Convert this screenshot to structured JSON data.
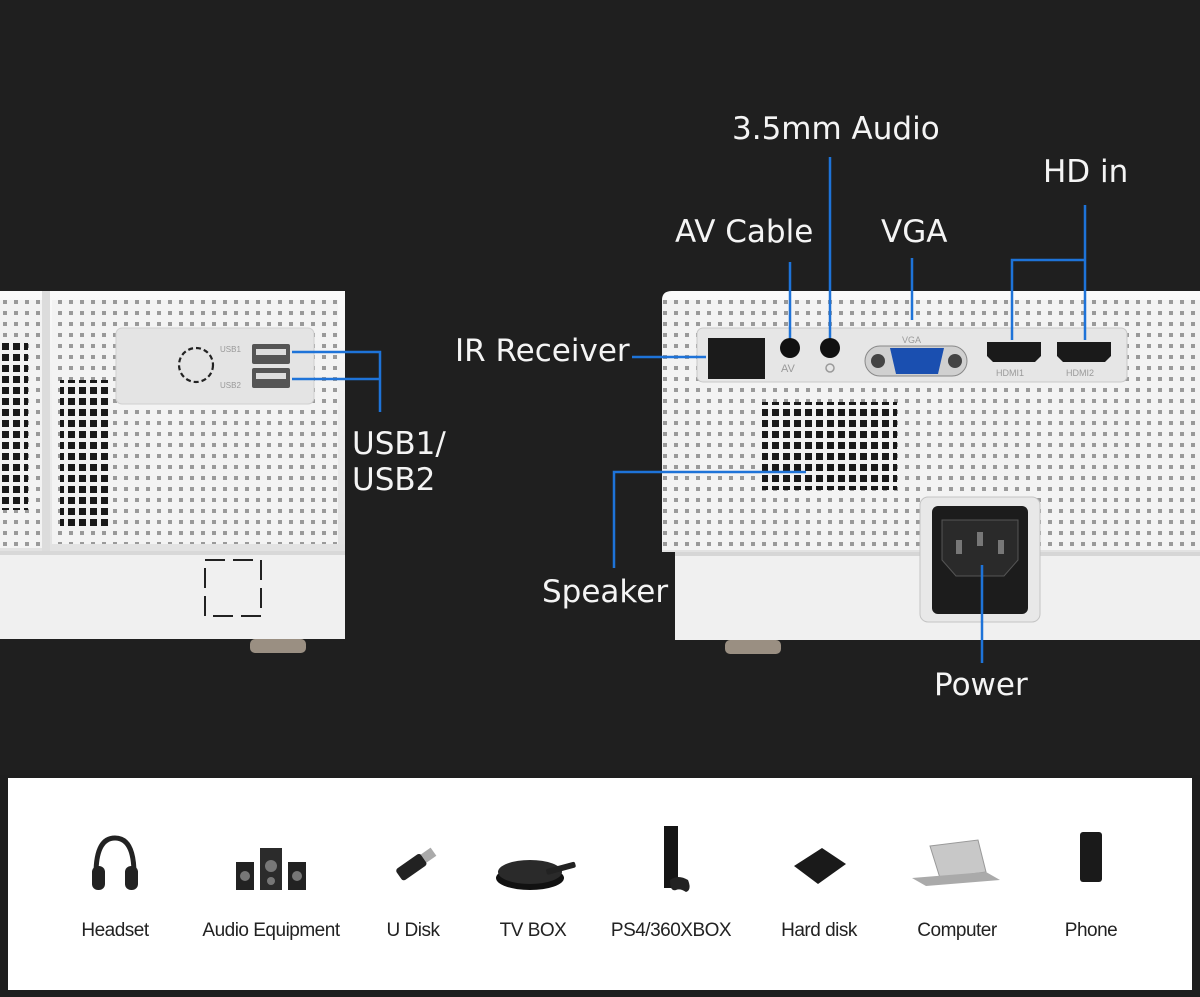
{
  "callouts": {
    "audio": "3.5mm Audio",
    "hd_in": "HD in",
    "av_cable": "AV Cable",
    "vga": "VGA",
    "ir_receiver": "IR Receiver",
    "usb": "USB1/\nUSB2",
    "speaker": "Speaker",
    "power": "Power"
  },
  "port_labels": {
    "av": "AV",
    "vga": "VGA",
    "hdmi1": "HDMI1",
    "hdmi2": "HDMI2",
    "usb1": "USB1",
    "usb2": "USB2"
  },
  "devices": [
    {
      "label": "Headset",
      "icon": "headset-icon"
    },
    {
      "label": "Audio Equipment",
      "icon": "speakers-icon"
    },
    {
      "label": "U Disk",
      "icon": "usb-drive-icon"
    },
    {
      "label": "TV BOX",
      "icon": "tv-box-icon"
    },
    {
      "label": "PS4/360XBOX",
      "icon": "game-console-icon"
    },
    {
      "label": "Hard disk",
      "icon": "hard-disk-icon"
    },
    {
      "label": "Computer",
      "icon": "laptop-icon"
    },
    {
      "label": "Phone",
      "icon": "phone-icon"
    }
  ],
  "colors": {
    "background": "#1f1f1f",
    "projector_body": "#ececec",
    "callout_line": "#1e73d8",
    "label_text": "#f4f4f4"
  }
}
